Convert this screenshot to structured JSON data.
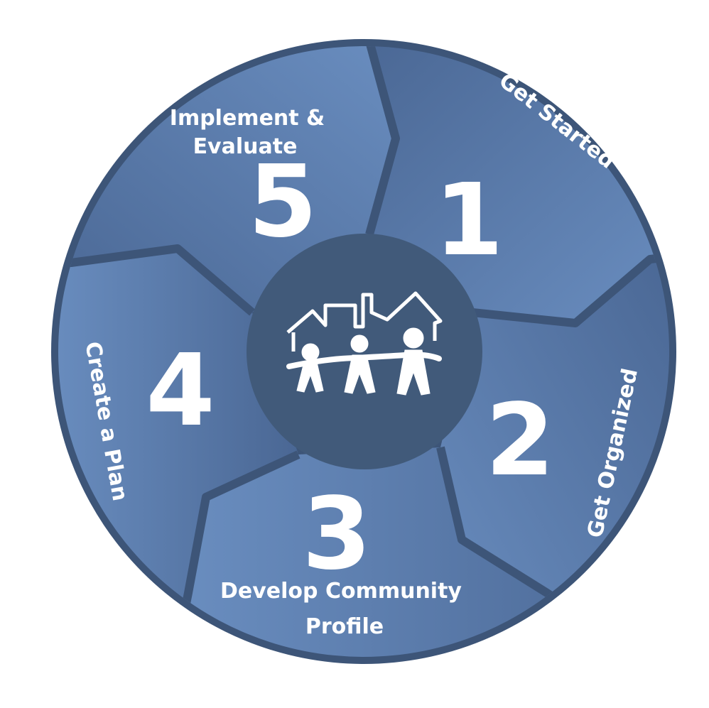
{
  "diagram": {
    "center_icon": "family-house-icon",
    "colors": {
      "ring": "#3d5578",
      "segment_light": "#6a8ec0",
      "segment_dark": "#4a6794",
      "hub": "#415a7a"
    },
    "steps": [
      {
        "number": "1",
        "label": "Get Started"
      },
      {
        "number": "2",
        "label": "Get Organized"
      },
      {
        "number": "3",
        "label_line1": "Develop Community",
        "label_line2": "Profile"
      },
      {
        "number": "4",
        "label": "Create a Plan"
      },
      {
        "number": "5",
        "label_line1": "Implement &",
        "label_line2": "Evaluate"
      }
    ]
  }
}
